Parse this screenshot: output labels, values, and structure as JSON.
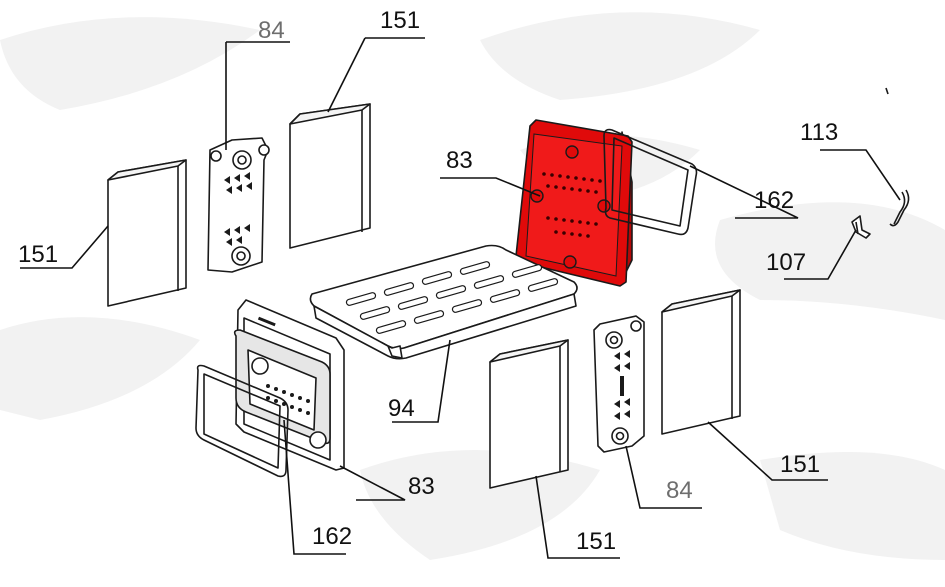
{
  "diagram": {
    "accent_color": "#e00a0a",
    "background_color": "#ffffff",
    "callouts": {
      "brick_top_center": "151",
      "brick_left": "151",
      "brick_bottom_center": "151",
      "brick_right": "151",
      "side_plate_top": "84",
      "side_plate_bottom": "84",
      "back_plate_red": "83",
      "front_plate": "83",
      "grate": "94",
      "gasket_right": "162",
      "gasket_left": "162",
      "hook": "113",
      "clip": "107"
    }
  }
}
